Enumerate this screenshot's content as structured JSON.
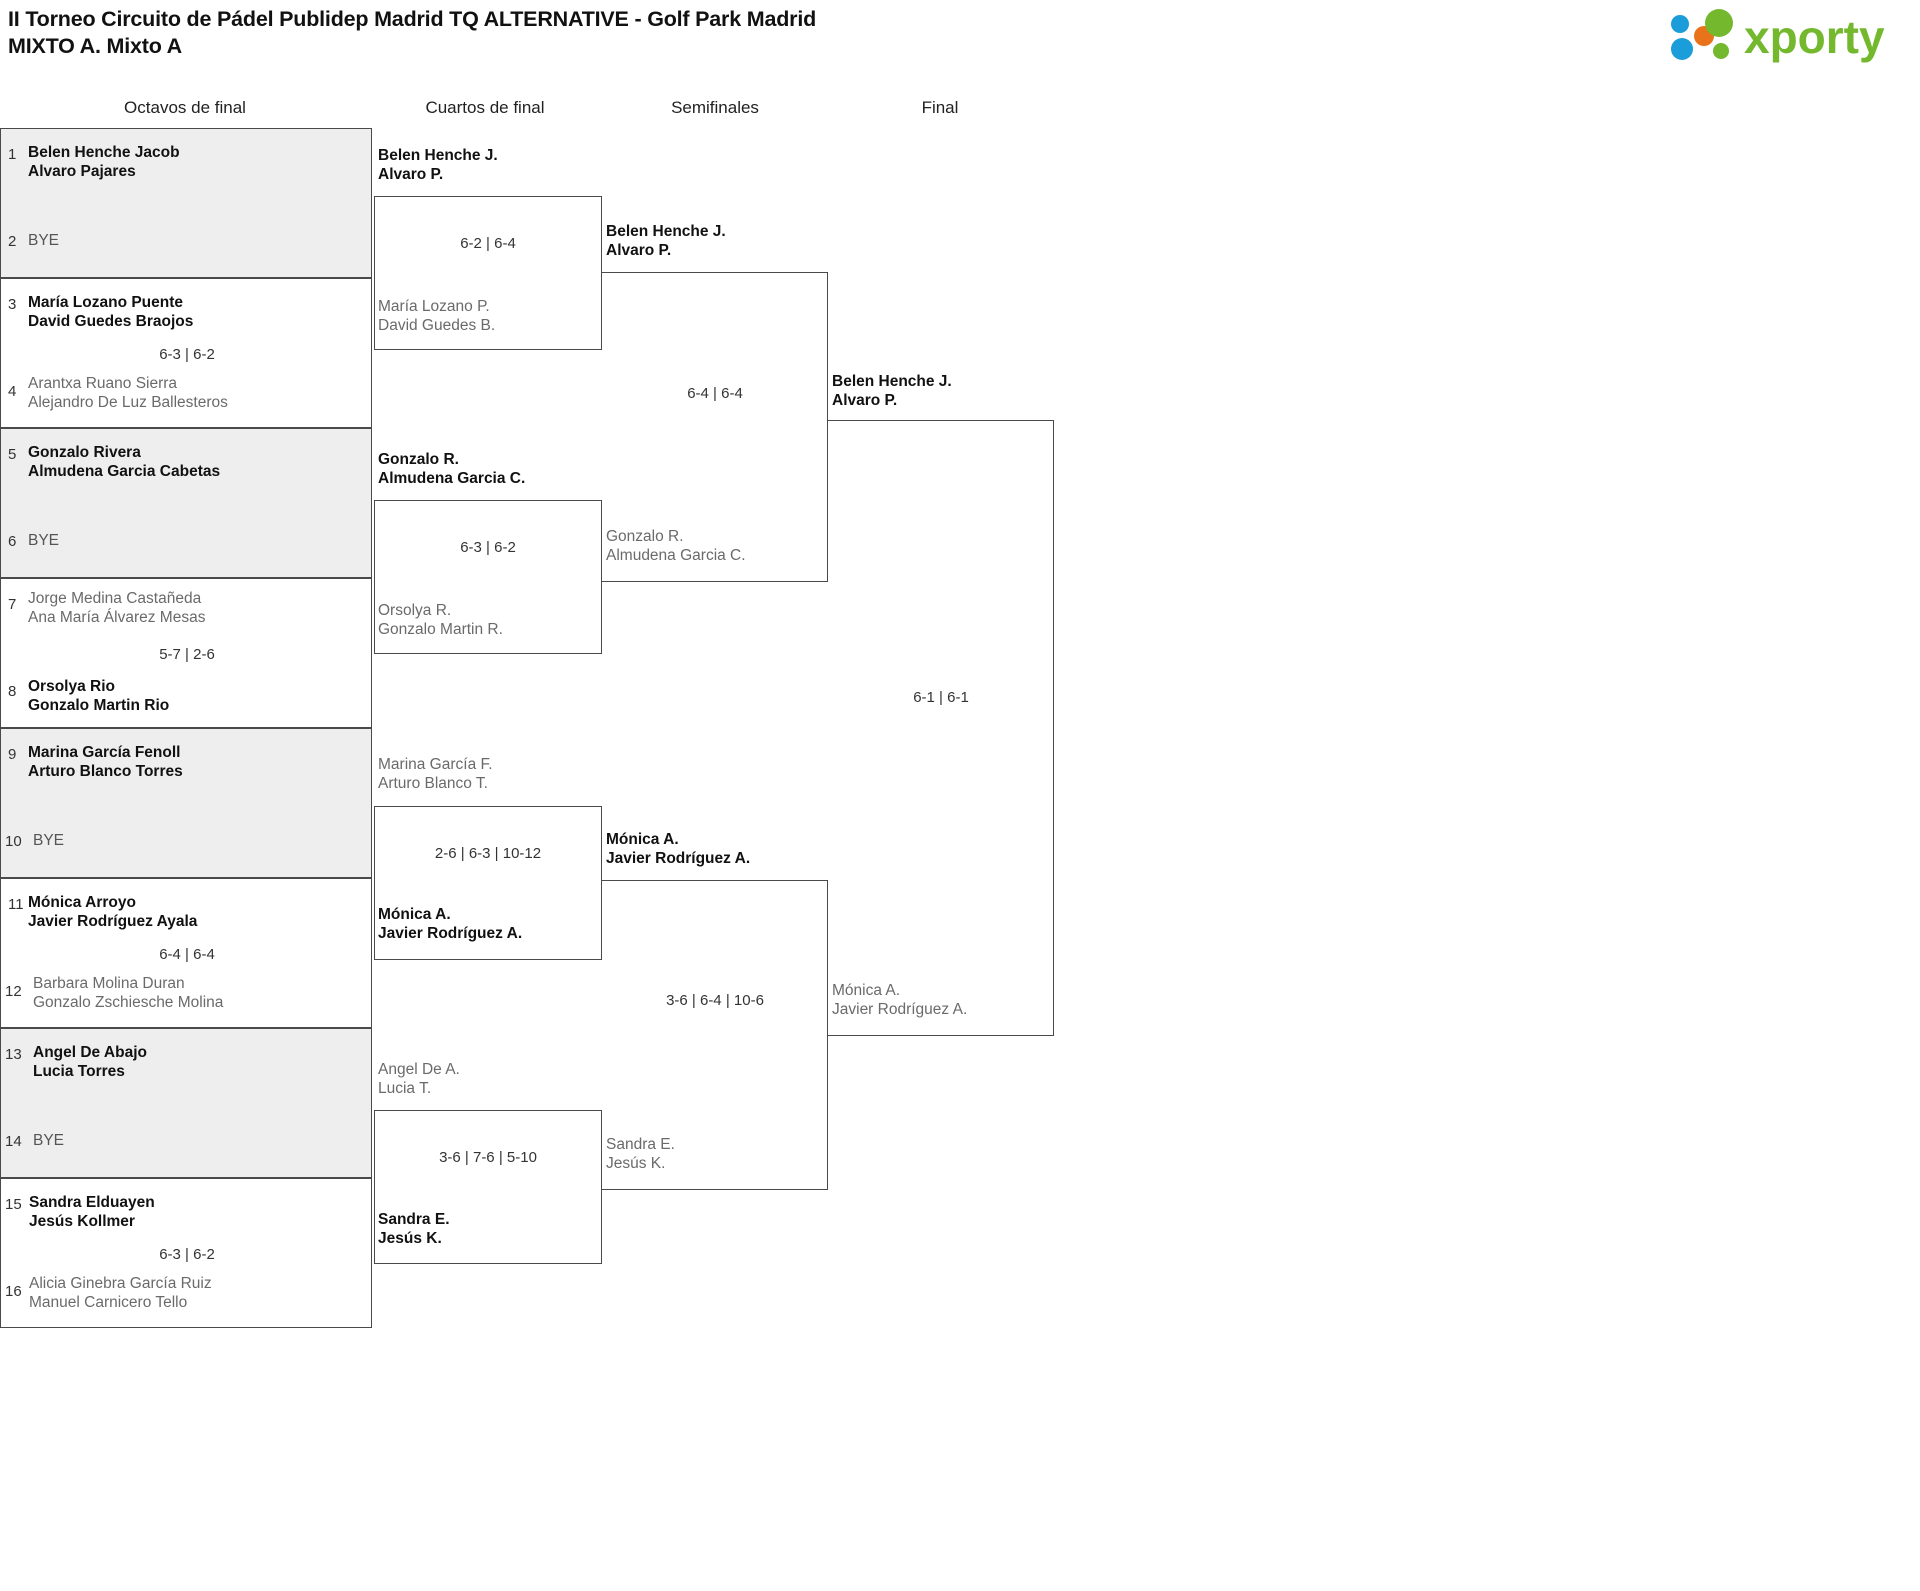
{
  "header": {
    "title_line1": "II Torneo Circuito de Pádel Publidep Madrid TQ ALTERNATIVE - Golf Park Madrid",
    "title_line2": "MIXTO A. Mixto A",
    "logo_text": "xporty",
    "logo_colors": {
      "green": "#74b82e",
      "blue": "#1b9dd9",
      "orange": "#e8731a"
    }
  },
  "rounds": [
    {
      "label": "Octavos de final"
    },
    {
      "label": "Cuartos de final"
    },
    {
      "label": "Semifinales"
    },
    {
      "label": "Final"
    }
  ],
  "round1": {
    "matches": [
      {
        "bye": true,
        "score": "",
        "top": {
          "seed": "1",
          "line1": "Belen Henche Jacob",
          "line2": "Alvaro Pajares",
          "winner": true
        },
        "bottom": {
          "seed": "2",
          "line1": "BYE",
          "line2": "",
          "winner": false
        }
      },
      {
        "bye": false,
        "score": "6-3 | 6-2",
        "top": {
          "seed": "3",
          "line1": "María Lozano Puente",
          "line2": "David Guedes Braojos",
          "winner": true
        },
        "bottom": {
          "seed": "4",
          "line1": "Arantxa Ruano Sierra",
          "line2": "Alejandro De Luz Ballesteros",
          "winner": false
        }
      },
      {
        "bye": true,
        "score": "",
        "top": {
          "seed": "5",
          "line1": "Gonzalo Rivera",
          "line2": "Almudena Garcia Cabetas",
          "winner": true
        },
        "bottom": {
          "seed": "6",
          "line1": "BYE",
          "line2": "",
          "winner": false
        }
      },
      {
        "bye": false,
        "score": "5-7 | 2-6",
        "top": {
          "seed": "7",
          "line1": "Jorge Medina Castañeda",
          "line2": "Ana María Álvarez Mesas",
          "winner": false
        },
        "bottom": {
          "seed": "8",
          "line1": "Orsolya Rio",
          "line2": "Gonzalo Martin Rio",
          "winner": true
        }
      },
      {
        "bye": true,
        "score": "",
        "top": {
          "seed": "9",
          "line1": "Marina García Fenoll",
          "line2": "Arturo Blanco Torres",
          "winner": true
        },
        "bottom": {
          "seed": "10",
          "line1": "BYE",
          "line2": "",
          "winner": false
        }
      },
      {
        "bye": false,
        "score": "6-4 | 6-4",
        "top": {
          "seed": "11",
          "line1": "Mónica Arroyo",
          "line2": "Javier Rodríguez Ayala",
          "winner": true
        },
        "bottom": {
          "seed": "12",
          "line1": "Barbara Molina Duran",
          "line2": "Gonzalo Zschiesche Molina",
          "winner": false
        }
      },
      {
        "bye": true,
        "score": "",
        "top": {
          "seed": "13",
          "line1": "Angel De Abajo",
          "line2": "Lucia Torres",
          "winner": true
        },
        "bottom": {
          "seed": "14",
          "line1": "BYE",
          "line2": "",
          "winner": false
        }
      },
      {
        "bye": false,
        "score": "6-3 | 6-2",
        "top": {
          "seed": "15",
          "line1": "Sandra Elduayen",
          "line2": "Jesús Kollmer",
          "winner": true
        },
        "bottom": {
          "seed": "16",
          "line1": "Alicia Ginebra García Ruiz",
          "line2": "Manuel Carnicero Tello",
          "winner": false
        }
      }
    ]
  },
  "round2": {
    "matches": [
      {
        "score": "6-2 | 6-4",
        "top": {
          "line1": "Belen Henche J.",
          "line2": "Alvaro P.",
          "winner": true
        },
        "bottom": {
          "line1": "María Lozano P.",
          "line2": "David Guedes B.",
          "winner": false
        }
      },
      {
        "score": "6-3 | 6-2",
        "top": {
          "line1": "Gonzalo R.",
          "line2": "Almudena Garcia C.",
          "winner": true
        },
        "bottom": {
          "line1": "Orsolya R.",
          "line2": "Gonzalo Martin R.",
          "winner": false
        }
      },
      {
        "score": "2-6 | 6-3 | 10-12",
        "top": {
          "line1": "Marina García F.",
          "line2": "Arturo Blanco T.",
          "winner": false
        },
        "bottom": {
          "line1": "Mónica A.",
          "line2": "Javier Rodríguez A.",
          "winner": true
        }
      },
      {
        "score": "3-6 | 7-6 | 5-10",
        "top": {
          "line1": "Angel De A.",
          "line2": "Lucia T.",
          "winner": false
        },
        "bottom": {
          "line1": "Sandra E.",
          "line2": "Jesús K.",
          "winner": true
        }
      }
    ]
  },
  "round3": {
    "matches": [
      {
        "score": "6-4 | 6-4",
        "top": {
          "line1": "Belen Henche J.",
          "line2": "Alvaro P.",
          "winner": true
        },
        "bottom": {
          "line1": "Gonzalo R.",
          "line2": "Almudena Garcia C.",
          "winner": false
        }
      },
      {
        "score": "3-6 | 6-4 | 10-6",
        "top": {
          "line1": "Mónica A.",
          "line2": "Javier Rodríguez A.",
          "winner": true
        },
        "bottom": {
          "line1": "Sandra E.",
          "line2": "Jesús K.",
          "winner": false
        }
      }
    ]
  },
  "round4": {
    "matches": [
      {
        "score": "6-1 | 6-1",
        "top": {
          "line1": "Belen Henche J.",
          "line2": "Alvaro P.",
          "winner": true
        },
        "bottom": {
          "line1": "Mónica A.",
          "line2": "Javier Rodríguez A.",
          "winner": false
        }
      }
    ]
  },
  "champion": {
    "line1": "Belen Henche J.",
    "line2": "Alvaro P."
  }
}
